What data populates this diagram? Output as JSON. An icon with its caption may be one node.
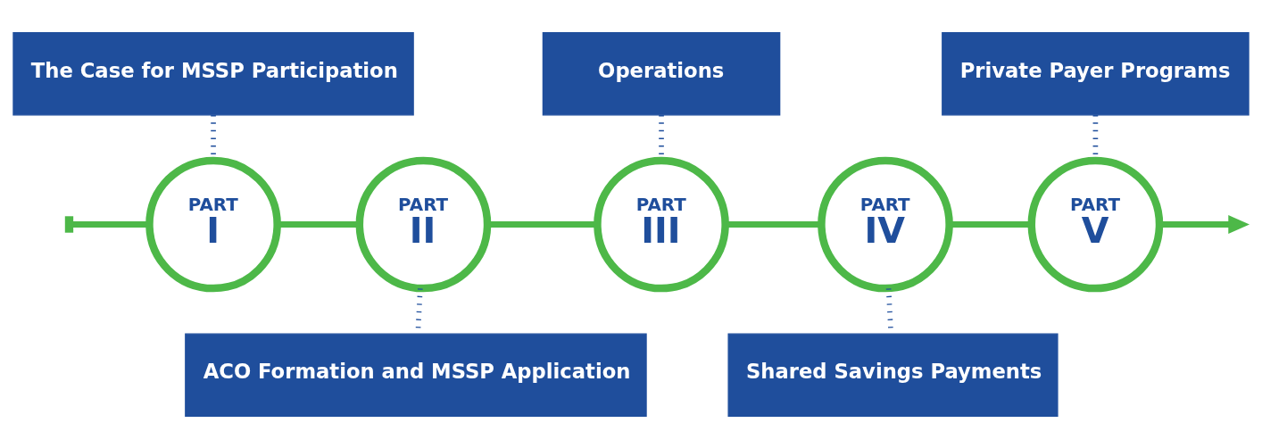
{
  "diagram": {
    "nodes": [
      {
        "text": [
          "PART",
          "I"
        ]
      },
      {
        "text": [
          "PART",
          "II"
        ]
      },
      {
        "text": [
          "PART",
          "III"
        ]
      },
      {
        "text": [
          "PART",
          "IV"
        ]
      },
      {
        "text": [
          "PART",
          "V"
        ]
      },
      {
        "text": [
          "The Case for MSSP Participation"
        ]
      },
      {
        "text": [
          "ACO Formation and MSSP Application"
        ]
      },
      {
        "text": [
          "Operations"
        ]
      },
      {
        "text": [
          "Shared Savings Payments"
        ]
      },
      {
        "text": [
          "Private Payer Programs"
        ]
      }
    ],
    "edges": [
      {
        "from": null,
        "to": 0,
        "arrow": "other"
      },
      {
        "from": 0,
        "to": 1,
        "arrow": "none"
      },
      {
        "from": 1,
        "to": 2,
        "arrow": "none"
      },
      {
        "from": 2,
        "to": 3,
        "arrow": "none"
      },
      {
        "from": 3,
        "to": 4,
        "arrow": "none"
      },
      {
        "from": 4,
        "to": null,
        "arrow": "to"
      },
      {
        "from": 5,
        "to": 0,
        "arrow": "none",
        "style": "dashed",
        "color": "#1f4e9c"
      },
      {
        "from": 1,
        "to": 6,
        "arrow": "none",
        "style": "dashed",
        "color": "#1f4e9c"
      },
      {
        "from": 7,
        "to": 2,
        "arrow": "none",
        "style": "dashed",
        "color": "#1f4e9c"
      },
      {
        "from": 3,
        "to": 8,
        "arrow": "none",
        "style": "dashed",
        "color": "#1f4e9c"
      },
      {
        "from": 9,
        "to": 4,
        "arrow": "none",
        "style": "dashed",
        "color": "#1f4e9c"
      }
    ]
  }
}
